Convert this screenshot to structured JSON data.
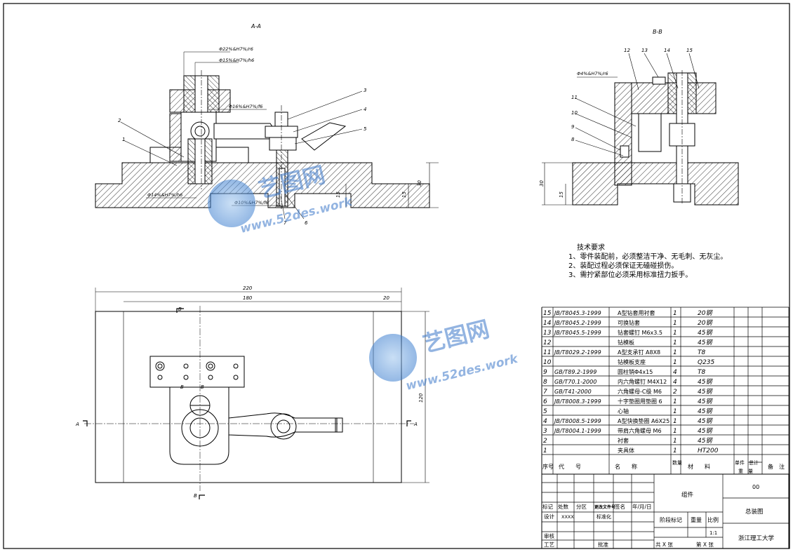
{
  "views": {
    "section_aa": "A-A",
    "section_bb": "B-B",
    "cut_a_left": "A",
    "cut_a_right": "A",
    "cut_b_top": "B",
    "cut_b_bottom": "B",
    "cut_b_mid1": "B",
    "cut_b_mid2": "B"
  },
  "dimensions": {
    "fit_22": "Φ22%&H7%/r6",
    "fit_15": "Φ15%&H7%/h6",
    "fit_16": "Φ16%&H7%/f6",
    "fit_14": "Φ14%&H7%/h6",
    "fit_10": "Φ10%&H7%/f6",
    "fit_4": "Φ4%&H7%/r6",
    "len_220": "220",
    "len_180": "180",
    "len_20": "20",
    "height_120": "120",
    "aa_30": "30",
    "aa_15": "15",
    "aa_15b": "15",
    "bb_30": "30",
    "bb_15": "15"
  },
  "balloons": {
    "aa": [
      "1",
      "2",
      "3",
      "4",
      "5",
      "6",
      "7"
    ],
    "bb": [
      "8",
      "9",
      "10",
      "11",
      "12",
      "13",
      "14",
      "15"
    ]
  },
  "tech_requirements": {
    "title": "技术要求",
    "items": [
      "1、零件装配前，必须整洁干净、无毛刺、无灰尘。",
      "2、装配过程必须保证无磕碰损伤。",
      "3、需拧紧部位必须采用标准扭力扳手。"
    ]
  },
  "bom": {
    "rows": [
      {
        "no": "15",
        "code": "JB/T8045.3-1999",
        "name": "A型钻套用衬套",
        "qty": "1",
        "material": "20钢"
      },
      {
        "no": "14",
        "code": "JB/T8045.2-1999",
        "name": "可换钻套",
        "qty": "1",
        "material": "20钢"
      },
      {
        "no": "13",
        "code": "JB/T8045.5-1999",
        "name": "钻套螺钉 M6x3.5",
        "qty": "1",
        "material": "45钢"
      },
      {
        "no": "12",
        "code": "",
        "name": "钻模板",
        "qty": "1",
        "material": "45钢"
      },
      {
        "no": "11",
        "code": "JB/T8029.2-1999",
        "name": "A型支承钉 A8X8",
        "qty": "1",
        "material": "T8"
      },
      {
        "no": "10",
        "code": "",
        "name": "钻模板支座",
        "qty": "1",
        "material": "Q235"
      },
      {
        "no": "9",
        "code": "GB/T89.2-1999",
        "name": "圆柱销Φ4x15",
        "qty": "4",
        "material": "T8"
      },
      {
        "no": "8",
        "code": "GB/T70.1-2000",
        "name": "内六角螺钉 M4X12",
        "qty": "4",
        "material": "45钢"
      },
      {
        "no": "7",
        "code": "GB/T41-2000",
        "name": "六角螺母-C级 M6",
        "qty": "2",
        "material": "45钢"
      },
      {
        "no": "6",
        "code": "JB/T8008.3-1999",
        "name": "十字垫圈用垫圈 6",
        "qty": "1",
        "material": "45钢"
      },
      {
        "no": "5",
        "code": "",
        "name": "心轴",
        "qty": "1",
        "material": "45钢"
      },
      {
        "no": "4",
        "code": "JB/T8008.5-1999",
        "name": "A型快换垫圈 A6X25",
        "qty": "1",
        "material": "45钢"
      },
      {
        "no": "3",
        "code": "JB/T8004.1-1999",
        "name": "带肩六角螺母 M6",
        "qty": "1",
        "material": "45钢"
      },
      {
        "no": "2",
        "code": "",
        "name": "衬套",
        "qty": "1",
        "material": "45钢"
      },
      {
        "no": "1",
        "code": "",
        "name": "夹具体",
        "qty": "1",
        "material": "HT200"
      }
    ],
    "header": {
      "no": "序号",
      "code": "代　　号",
      "name": "名　　称",
      "qty": "数量",
      "material": "材　　料",
      "unit": "单件",
      "total": "总计",
      "weight": "重　量",
      "remark": "备　注"
    }
  },
  "title_block": {
    "r1": "标记",
    "r2": "处数",
    "r3": "分区",
    "r4": "更改文件号",
    "r5": "签名",
    "r6": "年/月/日",
    "design": "设计",
    "design_val": "XXXX",
    "std": "标准化",
    "stage": "阶段标记",
    "weight": "重量",
    "scale": "比例",
    "scale_val": "1:1",
    "check": "审核",
    "process": "工艺",
    "approve": "批准",
    "sheets": "共 X 张",
    "sheet": "第 X 张",
    "group": "组件",
    "code": "00",
    "title": "总装图",
    "school": "浙江理工大学"
  },
  "watermark": {
    "brand": "艺图网",
    "url": "www.52des.work"
  }
}
